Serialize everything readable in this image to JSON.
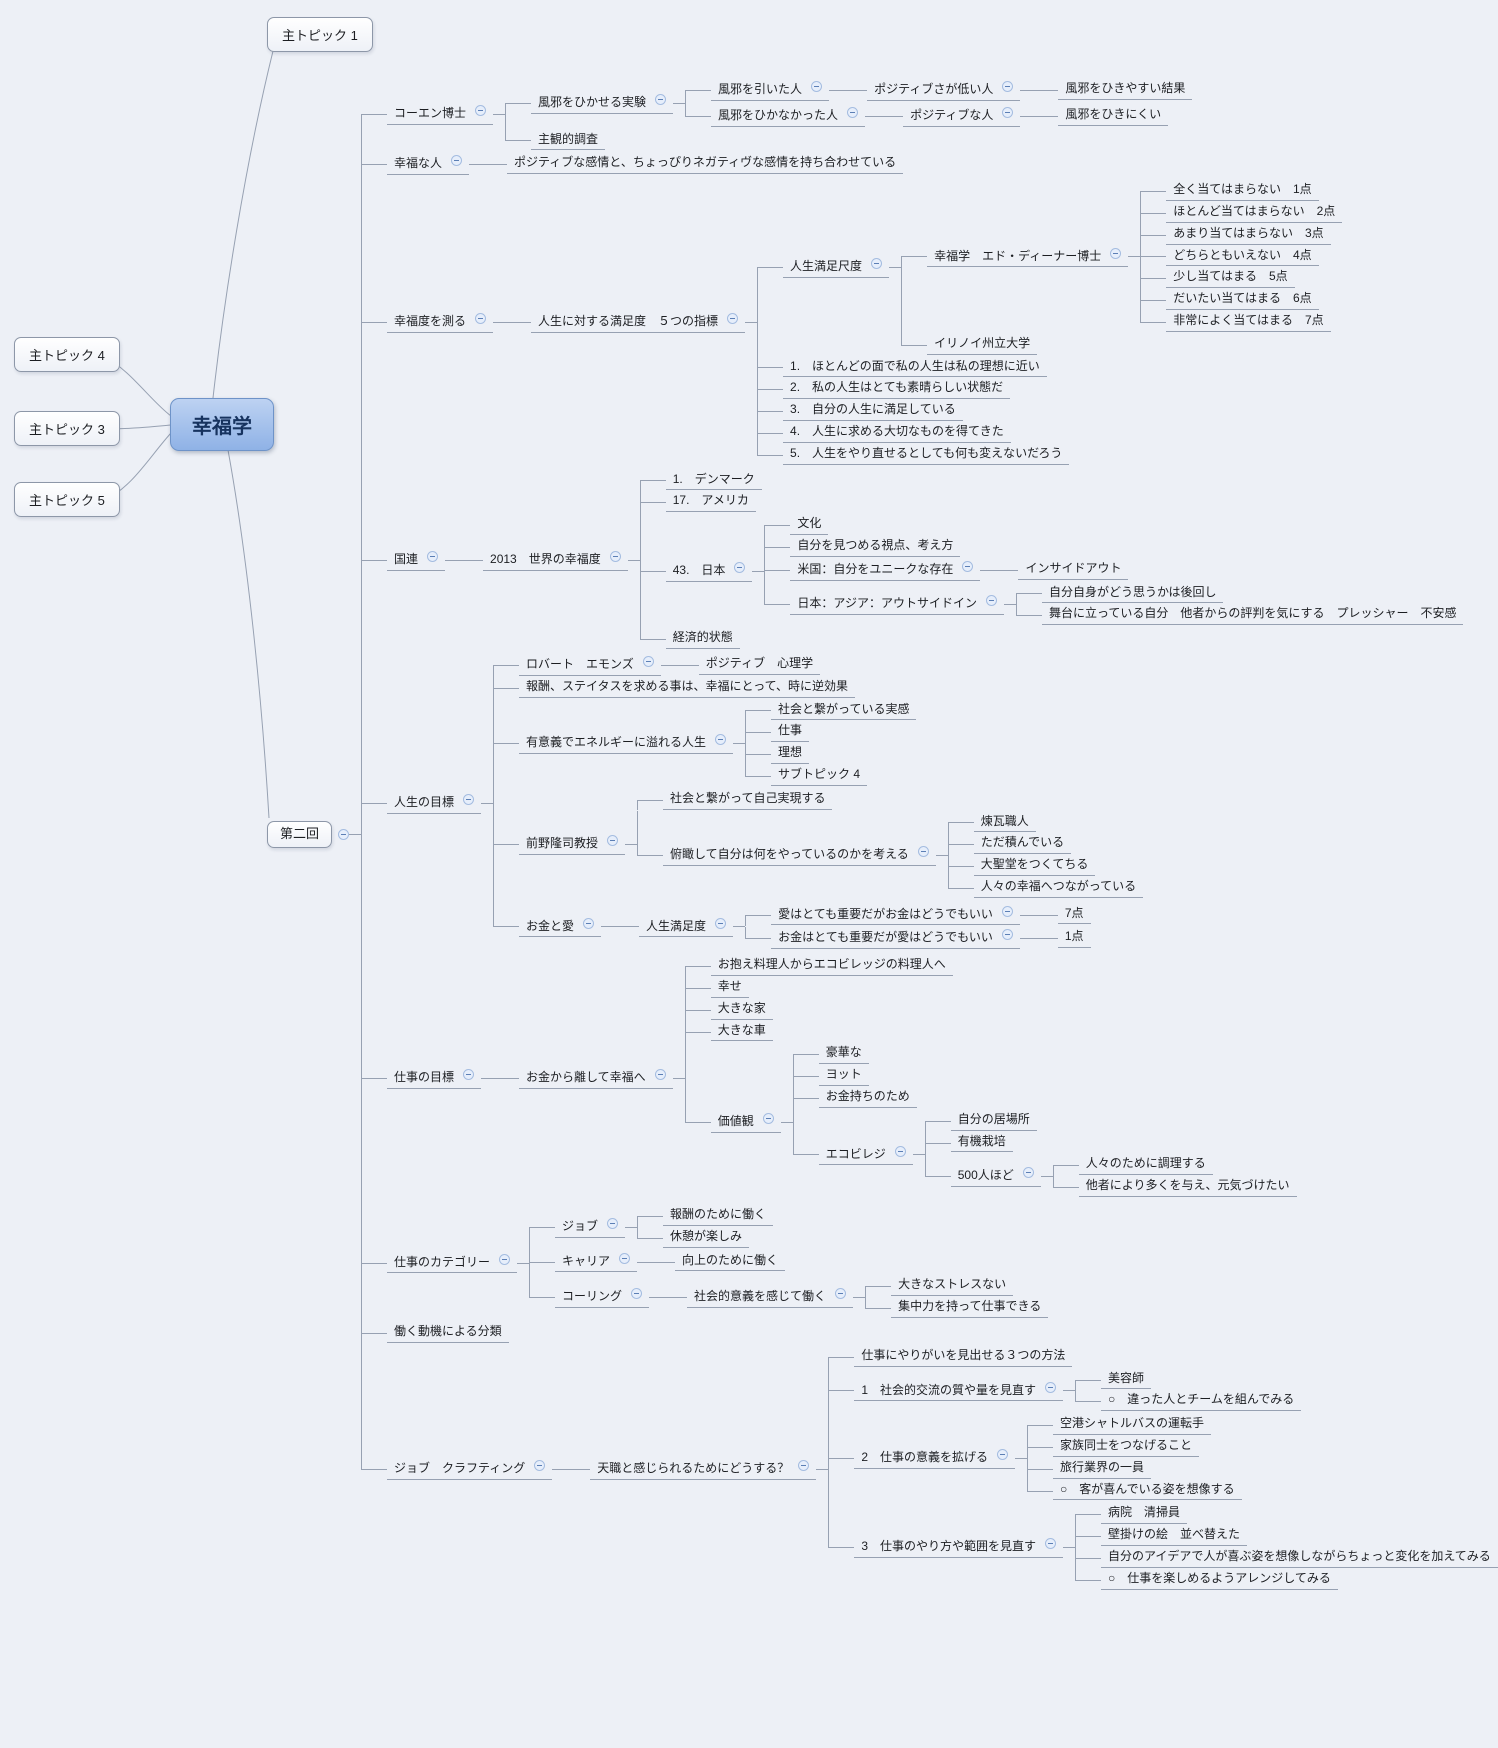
{
  "colors": {
    "background": "#edf0f6",
    "line": "#97a1b2",
    "central_fill": "#8fb2e6",
    "central_border": "#6e93c8",
    "central_text": "#17335f",
    "box_fill": "#ffffff",
    "box_border": "#8d97a8",
    "collapse_icon_fill": "#e6eefb",
    "collapse_icon_border": "#a4bce0"
  },
  "central_topic": {
    "label": "幸福学"
  },
  "floating_topics": [
    {
      "label": "主トピック 1"
    },
    {
      "label": "主トピック 4"
    },
    {
      "label": "主トピック 3"
    },
    {
      "label": "主トピック 5"
    }
  ],
  "tree": {
    "label": "第二回",
    "style": "box",
    "children": [
      {
        "label": "コーエン博士",
        "children": [
          {
            "label": "風邪をひかせる実験",
            "children": [
              {
                "label": "風邪を引いた人",
                "children": [
                  {
                    "label": "ポジティブさが低い人",
                    "children": [
                      {
                        "label": "風邪をひきやすい結果"
                      }
                    ]
                  }
                ]
              },
              {
                "label": "風邪をひかなかった人",
                "children": [
                  {
                    "label": "ポジティブな人",
                    "children": [
                      {
                        "label": "風邪をひきにくい"
                      }
                    ]
                  }
                ]
              }
            ]
          },
          {
            "label": "主観的調査"
          }
        ]
      },
      {
        "label": "幸福な人",
        "children": [
          {
            "label": "ポジティブな感情と、ちょっぴりネガティヴな感情を持ち合わせている"
          }
        ]
      },
      {
        "label": "幸福度を測る",
        "children": [
          {
            "label": "人生に対する満足度　５つの指標",
            "children": [
              {
                "label": "人生満足尺度",
                "children": [
                  {
                    "label": "幸福学　エド・ディーナー博士",
                    "children": [
                      {
                        "label": "全く当てはまらない　1点"
                      },
                      {
                        "label": "ほとんど当てはまらない　2点"
                      },
                      {
                        "label": "あまり当てはまらない　3点"
                      },
                      {
                        "label": "どちらともいえない　4点"
                      },
                      {
                        "label": "少し当てはまる　5点"
                      },
                      {
                        "label": "だいたい当てはまる　6点"
                      },
                      {
                        "label": "非常によく当てはまる　7点"
                      }
                    ]
                  },
                  {
                    "label": "イリノイ州立大学"
                  }
                ]
              },
              {
                "label": "1.　ほとんどの面で私の人生は私の理想に近い"
              },
              {
                "label": "2.　私の人生はとても素晴らしい状態だ"
              },
              {
                "label": "3.　自分の人生に満足している"
              },
              {
                "label": "4.　人生に求める大切なものを得てきた"
              },
              {
                "label": "5.　人生をやり直せるとしても何も変えないだろう"
              }
            ]
          }
        ]
      },
      {
        "label": "国連",
        "children": [
          {
            "label": "2013　世界の幸福度",
            "children": [
              {
                "label": "1.　デンマーク"
              },
              {
                "label": "17.　アメリカ"
              },
              {
                "label": "43.　日本",
                "children": [
                  {
                    "label": "文化"
                  },
                  {
                    "label": "自分を見つめる視点、考え方"
                  },
                  {
                    "label": "米国：自分をユニークな存在",
                    "children": [
                      {
                        "label": "インサイドアウト"
                      }
                    ]
                  },
                  {
                    "label": "日本：アジア：アウトサイドイン",
                    "children": [
                      {
                        "label": "自分自身がどう思うかは後回し"
                      },
                      {
                        "label": "舞台に立っている自分　他者からの評判を気にする　プレッシャー　不安感"
                      }
                    ]
                  }
                ]
              },
              {
                "label": "経済的状態"
              }
            ]
          }
        ]
      },
      {
        "label": "人生の目標",
        "children": [
          {
            "label": "ロバート　エモンズ",
            "children": [
              {
                "label": "ポジティブ　心理学"
              }
            ]
          },
          {
            "label": "報酬、ステイタスを求める事は、幸福にとって、時に逆効果"
          },
          {
            "label": "有意義でエネルギーに溢れる人生",
            "children": [
              {
                "label": "社会と繋がっている実感"
              },
              {
                "label": "仕事"
              },
              {
                "label": "理想"
              },
              {
                "label": "サブトピック 4"
              }
            ]
          },
          {
            "label": "前野隆司教授",
            "children": [
              {
                "label": "社会と繋がって自己実現する"
              },
              {
                "label": "俯瞰して自分は何をやっているのかを考える",
                "children": [
                  {
                    "label": "煉瓦職人"
                  },
                  {
                    "label": "ただ積んでいる"
                  },
                  {
                    "label": "大聖堂をつくてちる"
                  },
                  {
                    "label": "人々の幸福へつながっている"
                  }
                ]
              }
            ]
          },
          {
            "label": "お金と愛",
            "children": [
              {
                "label": "人生満足度",
                "children": [
                  {
                    "label": "愛はとても重要だがお金はどうでもいい",
                    "children": [
                      {
                        "label": "7点"
                      }
                    ]
                  },
                  {
                    "label": "お金はとても重要だが愛はどうでもいい",
                    "children": [
                      {
                        "label": "1点"
                      }
                    ]
                  }
                ]
              }
            ]
          }
        ]
      },
      {
        "label": "仕事の目標",
        "children": [
          {
            "label": "お金から離して幸福へ",
            "children": [
              {
                "label": "お抱え料理人からエコビレッジの料理人へ"
              },
              {
                "label": "幸せ"
              },
              {
                "label": "大きな家"
              },
              {
                "label": "大きな車"
              },
              {
                "label": "価値観",
                "children": [
                  {
                    "label": "豪華な"
                  },
                  {
                    "label": "ヨット"
                  },
                  {
                    "label": "お金持ちのため"
                  },
                  {
                    "label": "エコビレジ",
                    "children": [
                      {
                        "label": "自分の居場所"
                      },
                      {
                        "label": "有機栽培"
                      },
                      {
                        "label": "500人ほど",
                        "children": [
                          {
                            "label": "人々のために調理する"
                          },
                          {
                            "label": "他者により多くを与え、元気づけたい"
                          }
                        ]
                      }
                    ]
                  }
                ]
              }
            ]
          }
        ]
      },
      {
        "label": "仕事のカテゴリー",
        "children": [
          {
            "label": "ジョブ",
            "children": [
              {
                "label": "報酬のために働く"
              },
              {
                "label": "休憩が楽しみ"
              }
            ]
          },
          {
            "label": "キャリア",
            "children": [
              {
                "label": "向上のために働く"
              }
            ]
          },
          {
            "label": "コーリング",
            "children": [
              {
                "label": "社会的意義を感じて働く",
                "children": [
                  {
                    "label": "大きなストレスない"
                  },
                  {
                    "label": "集中力を持って仕事できる"
                  }
                ]
              }
            ]
          }
        ]
      },
      {
        "label": "働く動機による分類"
      },
      {
        "label": "ジョブ　クラフティング",
        "children": [
          {
            "label": "天職と感じられるためにどうする？",
            "children": [
              {
                "label": "仕事にやりがいを見出せる３つの方法"
              },
              {
                "label": "1　社会的交流の質や量を見直す",
                "children": [
                  {
                    "label": "美容師"
                  },
                  {
                    "label": "○　違った人とチームを組んでみる"
                  }
                ]
              },
              {
                "label": "2　仕事の意義を拡げる",
                "children": [
                  {
                    "label": "空港シャトルバスの運転手"
                  },
                  {
                    "label": "家族同士をつなげること"
                  },
                  {
                    "label": "旅行業界の一員"
                  },
                  {
                    "label": "○　客が喜んでいる姿を想像する"
                  }
                ]
              },
              {
                "label": "3　仕事のやり方や範囲を見直す",
                "children": [
                  {
                    "label": "病院　清掃員"
                  },
                  {
                    "label": "壁掛けの絵　並べ替えた"
                  },
                  {
                    "label": "自分のアイデアで人が喜ぶ姿を想像しながらちょっと変化を加えてみる"
                  },
                  {
                    "label": "○　仕事を楽しめるようアレンジしてみる"
                  }
                ]
              }
            ]
          }
        ]
      }
    ]
  }
}
